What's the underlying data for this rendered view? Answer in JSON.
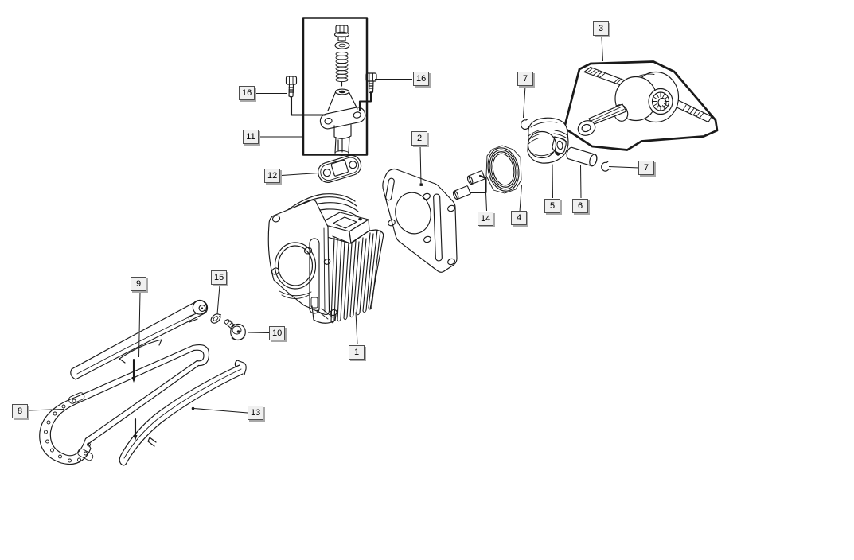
{
  "diagram": {
    "type": "exploded-parts-diagram",
    "colors": {
      "page-bg": "#ffffff",
      "line": "#1a1a1a",
      "callout-bg": "#f0f0f0",
      "callout-border": "#4d4d4d",
      "callout-shadow": "#a8a8a8",
      "callout-text": "#000000"
    }
  },
  "callouts": [
    {
      "name": "callout-16-left",
      "label": "16"
    },
    {
      "name": "callout-16-right",
      "label": "16"
    },
    {
      "name": "callout-11",
      "label": "11"
    },
    {
      "name": "callout-12",
      "label": "12"
    },
    {
      "name": "callout-2",
      "label": "2"
    },
    {
      "name": "callout-3",
      "label": "3"
    },
    {
      "name": "callout-7-top",
      "label": "7"
    },
    {
      "name": "callout-7-right",
      "label": "7"
    },
    {
      "name": "callout-14",
      "label": "14"
    },
    {
      "name": "callout-4",
      "label": "4"
    },
    {
      "name": "callout-5",
      "label": "5"
    },
    {
      "name": "callout-6",
      "label": "6"
    },
    {
      "name": "callout-1",
      "label": "1"
    },
    {
      "name": "callout-9",
      "label": "9"
    },
    {
      "name": "callout-15",
      "label": "15"
    },
    {
      "name": "callout-10",
      "label": "10"
    },
    {
      "name": "callout-8",
      "label": "8"
    },
    {
      "name": "callout-13",
      "label": "13"
    }
  ]
}
